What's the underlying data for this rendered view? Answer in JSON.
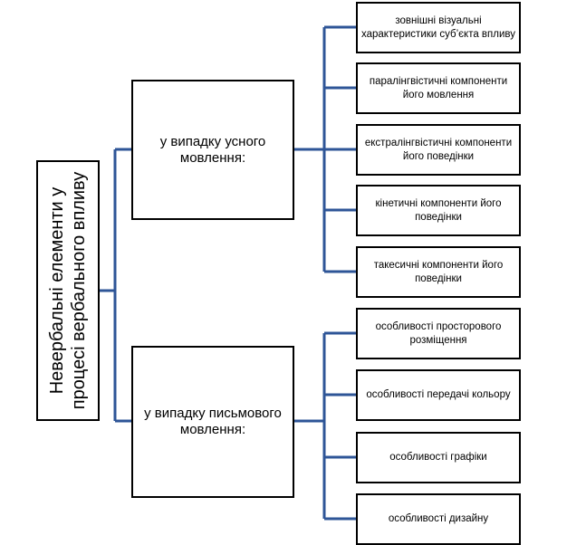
{
  "root": {
    "line1": "Невербальні елементи у",
    "line2": "процесі вербального впливу"
  },
  "branches": [
    {
      "label": "у випадку усного мовлення:",
      "items": [
        "зовнішні візуальні характеристики суб’єкта впливу",
        "паралінгвістичні компоненти його мовлення",
        "екстралінгвістичні компоненти його поведінки",
        "кінетичні компоненти його поведінки",
        "такесичні компоненти його поведінки"
      ]
    },
    {
      "label": "у випадку письмового мовлення:",
      "items": [
        "особливості просторового розміщення",
        "особливості передачі кольору",
        "особливості графіки",
        "особливості дизайну"
      ]
    }
  ],
  "colors": {
    "connector": "#2e5597",
    "border": "#000000"
  }
}
